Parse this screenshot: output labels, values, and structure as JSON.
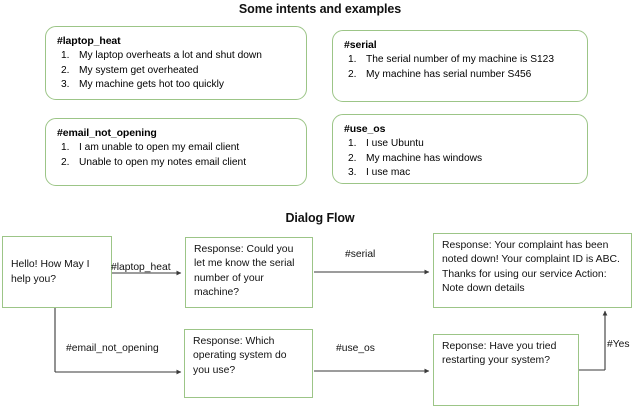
{
  "sections": {
    "intents_title": "Some intents and examples",
    "dialog_title": "Dialog Flow"
  },
  "intent_cards": [
    {
      "id": "laptop-heat",
      "name": "#laptop_heat",
      "examples": [
        {
          "num": "1.",
          "text": "My laptop overheats a lot and shut down"
        },
        {
          "num": "2.",
          "text": "My system get overheated"
        },
        {
          "num": "3.",
          "text": "My machine gets hot too quickly"
        }
      ]
    },
    {
      "id": "serial",
      "name": "#serial",
      "examples": [
        {
          "num": "1.",
          "text": "The serial number of my machine is S123"
        },
        {
          "num": "2.",
          "text": "My machine has serial number S456"
        }
      ]
    },
    {
      "id": "email-not-opening",
      "name": "#email_not_opening",
      "examples": [
        {
          "num": "1.",
          "text": "I am unable to open my email client"
        },
        {
          "num": "2.",
          "text": "Unable to open my notes email client"
        }
      ]
    },
    {
      "id": "use-os",
      "name": "#use_os",
      "examples": [
        {
          "num": "1.",
          "text": "I use Ubuntu"
        },
        {
          "num": "2.",
          "text": "My machine has windows"
        },
        {
          "num": "3.",
          "text": "I use mac"
        }
      ]
    }
  ],
  "dialog_flow": {
    "nodes": {
      "greeting": "Hello! How May I help you?",
      "serial_question": "Response: Could you let me know the serial number of your machine?",
      "complaint_noted": "Response: Your complaint has been noted down! Your complaint ID  is ABC. Thanks for using our service Action: Note down details",
      "os_question": "Response: Which operating system do you use?",
      "restart_question": "Reponse: Have you tried restarting your system?"
    },
    "edges": {
      "laptop_heat": "#laptop_heat",
      "serial": "#serial",
      "email_not_opening": "#email_not_opening",
      "use_os": "#use_os",
      "yes": "#Yes"
    }
  },
  "colors": {
    "box_border_green": "#9CC587",
    "text": "#111111",
    "background": "#FFFFFF",
    "connector": "#3A3A3A"
  }
}
